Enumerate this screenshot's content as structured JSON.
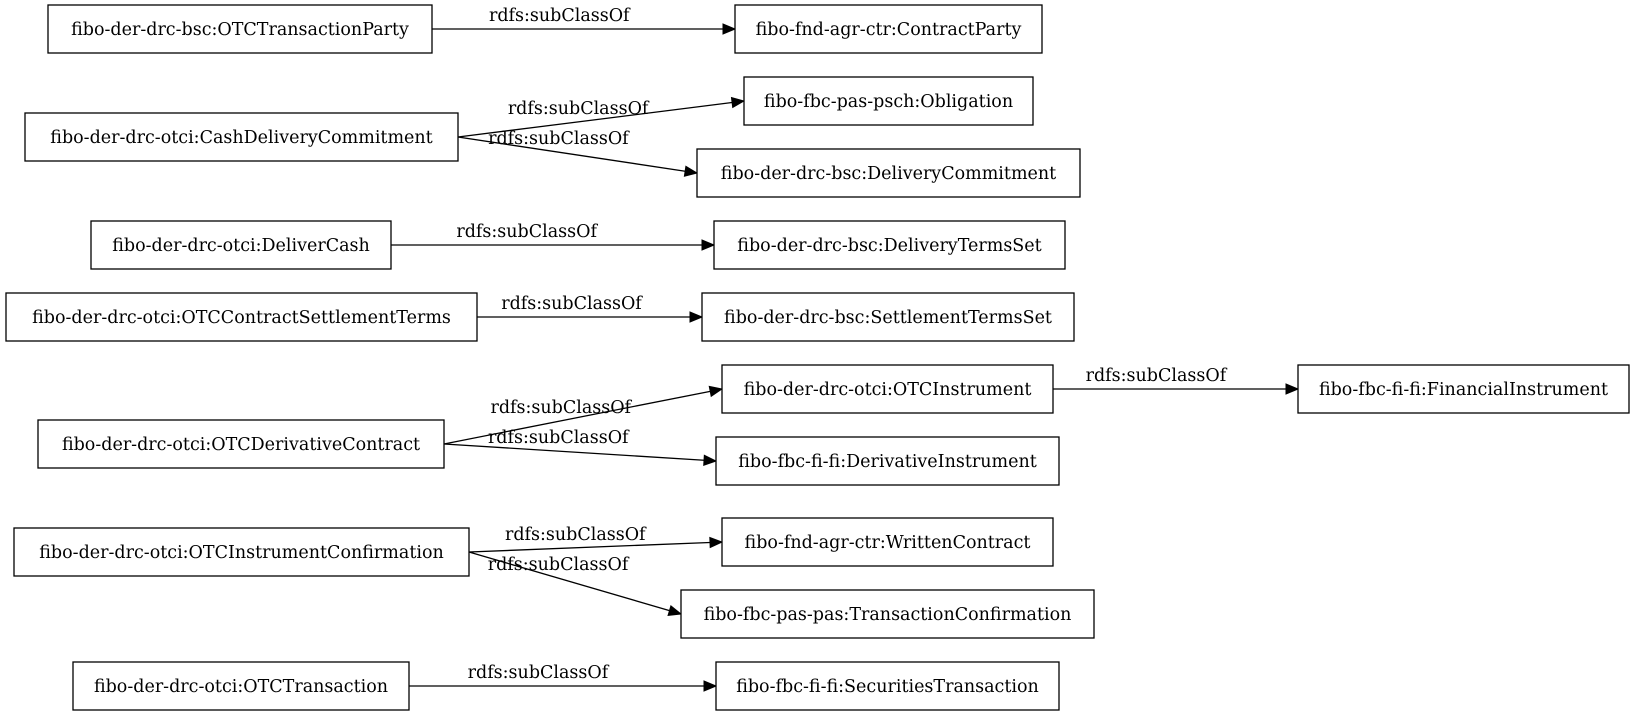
{
  "nodes": [
    {
      "id": "n1",
      "label": "fibo-der-drc-bsc:OTCTransactionParty"
    },
    {
      "id": "n2",
      "label": "fibo-fnd-agr-ctr:ContractParty"
    },
    {
      "id": "n3",
      "label": "fibo-der-drc-otci:CashDeliveryCommitment"
    },
    {
      "id": "n4",
      "label": "fibo-fbc-pas-psch:Obligation"
    },
    {
      "id": "n5",
      "label": "fibo-der-drc-bsc:DeliveryCommitment"
    },
    {
      "id": "n6",
      "label": "fibo-der-drc-otci:DeliverCash"
    },
    {
      "id": "n7",
      "label": "fibo-der-drc-bsc:DeliveryTermsSet"
    },
    {
      "id": "n8",
      "label": "fibo-der-drc-otci:OTCContractSettlementTerms"
    },
    {
      "id": "n9",
      "label": "fibo-der-drc-bsc:SettlementTermsSet"
    },
    {
      "id": "n10",
      "label": "fibo-der-drc-otci:OTCInstrument"
    },
    {
      "id": "n11",
      "label": "fibo-fbc-fi-fi:FinancialInstrument"
    },
    {
      "id": "n12",
      "label": "fibo-der-drc-otci:OTCDerivativeContract"
    },
    {
      "id": "n13",
      "label": "fibo-fbc-fi-fi:DerivativeInstrument"
    },
    {
      "id": "n14",
      "label": "fibo-der-drc-otci:OTCInstrumentConfirmation"
    },
    {
      "id": "n15",
      "label": "fibo-fnd-agr-ctr:WrittenContract"
    },
    {
      "id": "n16",
      "label": "fibo-fbc-pas-pas:TransactionConfirmation"
    },
    {
      "id": "n17",
      "label": "fibo-der-drc-otci:OTCTransaction"
    },
    {
      "id": "n18",
      "label": "fibo-fbc-fi-fi:SecuritiesTransaction"
    }
  ],
  "edges": [
    {
      "from": "n1",
      "to": "n2",
      "label": "rdfs:subClassOf"
    },
    {
      "from": "n3",
      "to": "n4",
      "label": "rdfs:subClassOf"
    },
    {
      "from": "n3",
      "to": "n5",
      "label": "rdfs:subClassOf"
    },
    {
      "from": "n6",
      "to": "n7",
      "label": "rdfs:subClassOf"
    },
    {
      "from": "n8",
      "to": "n9",
      "label": "rdfs:subClassOf"
    },
    {
      "from": "n10",
      "to": "n11",
      "label": "rdfs:subClassOf"
    },
    {
      "from": "n12",
      "to": "n10",
      "label": "rdfs:subClassOf"
    },
    {
      "from": "n12",
      "to": "n13",
      "label": "rdfs:subClassOf"
    },
    {
      "from": "n14",
      "to": "n15",
      "label": "rdfs:subClassOf"
    },
    {
      "from": "n14",
      "to": "n16",
      "label": "rdfs:subClassOf"
    },
    {
      "from": "n17",
      "to": "n18",
      "label": "rdfs:subClassOf"
    }
  ]
}
